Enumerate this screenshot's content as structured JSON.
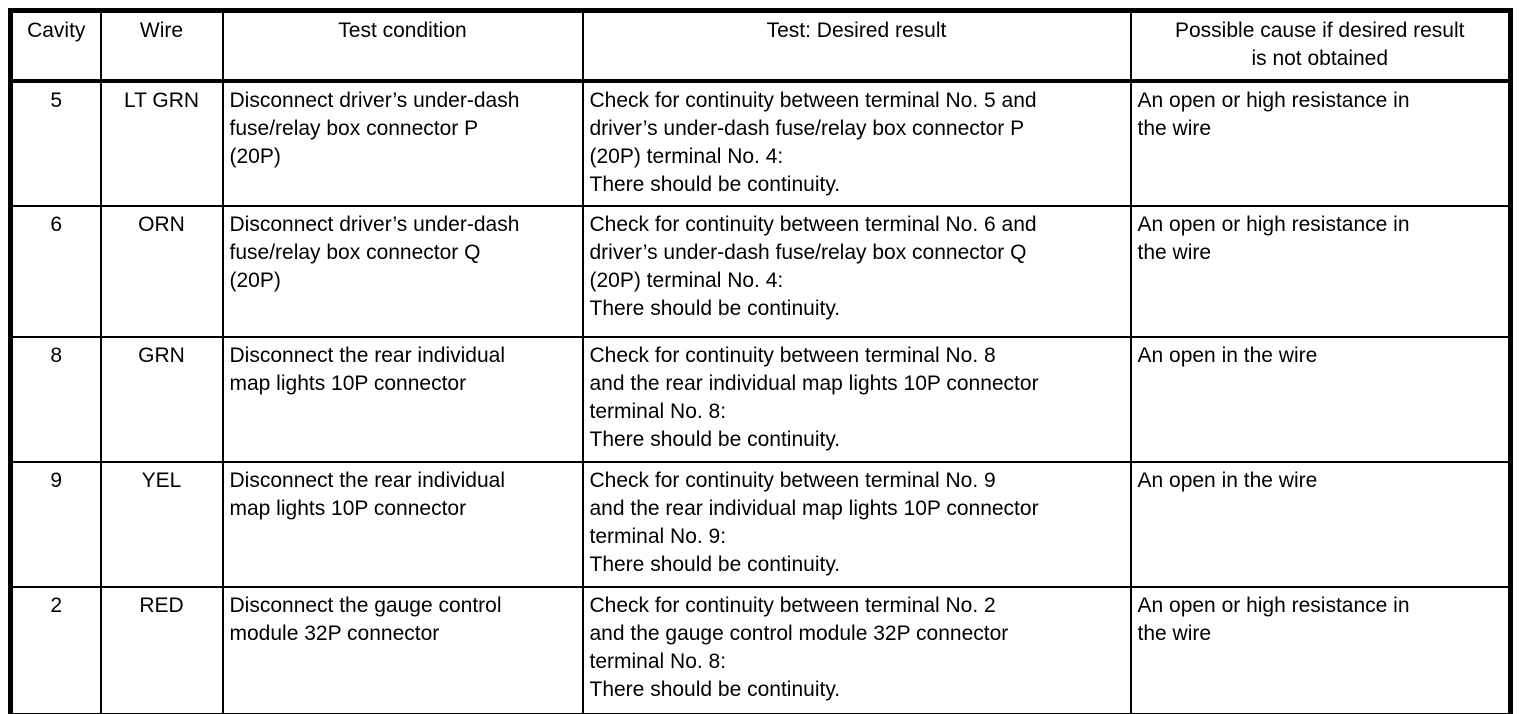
{
  "table": {
    "colors": {
      "border": "#000000",
      "text": "#000000",
      "background": "#ffffff"
    },
    "headers": {
      "cavity": "Cavity",
      "wire": "Wire",
      "test_condition": "Test condition",
      "test_result": "Test: Desired result",
      "possible_cause": "Possible cause if desired result\nis not obtained"
    },
    "rows": [
      {
        "cavity": "5",
        "wire": "LT GRN",
        "test_condition": "Disconnect driver’s under-dash\nfuse/relay box connector P\n(20P)",
        "test_result": "Check for continuity between terminal No. 5 and\ndriver’s under-dash fuse/relay box connector P\n(20P) terminal No. 4:\nThere should be continuity.",
        "possible_cause": "An open or high resistance in\nthe wire"
      },
      {
        "cavity": "6",
        "wire": "ORN",
        "test_condition": "Disconnect driver’s under-dash\nfuse/relay box connector Q\n(20P)",
        "test_result": "Check for continuity between terminal No. 6 and\ndriver’s under-dash fuse/relay box connector Q\n(20P) terminal No. 4:\nThere should be continuity.",
        "possible_cause": "An open or high resistance in\nthe wire"
      },
      {
        "cavity": "8",
        "wire": "GRN",
        "test_condition": "Disconnect the rear individual\nmap lights 10P connector",
        "test_result": "Check for continuity between terminal No. 8\nand the rear individual map lights 10P connector\nterminal No. 8:\nThere should be continuity.",
        "possible_cause": "An open in the wire"
      },
      {
        "cavity": "9",
        "wire": "YEL",
        "test_condition": "Disconnect the rear individual\nmap lights 10P connector",
        "test_result": "Check for continuity between terminal No. 9\nand the rear individual map lights 10P connector\nterminal No. 9:\nThere should be continuity.",
        "possible_cause": "An open in the wire"
      },
      {
        "cavity": "2",
        "wire": "RED",
        "test_condition": "Disconnect the gauge control\nmodule 32P connector",
        "test_result": "Check for continuity between terminal No. 2\nand the gauge control module 32P connector\nterminal No. 8:\nThere should be continuity.",
        "possible_cause": "An open or high resistance in\nthe wire"
      }
    ]
  }
}
